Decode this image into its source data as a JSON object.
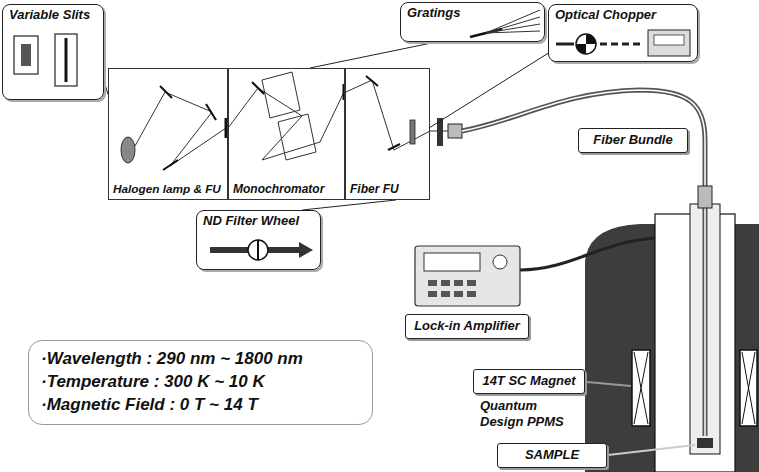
{
  "diagram": {
    "nodes": [
      {
        "text": [
          "Variable Slits"
        ]
      },
      {
        "text": [
          "Gratings"
        ]
      },
      {
        "text": [
          "Optical Chopper"
        ]
      },
      {
        "text": [
          "Halogen lamp & FU"
        ]
      },
      {
        "text": [
          "Monochromator"
        ]
      },
      {
        "text": [
          "Fiber FU"
        ]
      },
      {
        "text": [
          "ND Filter Wheel"
        ]
      },
      {
        "text": [
          "Fiber Bundle"
        ]
      },
      {
        "text": [
          "Lock-in Amplifier"
        ]
      },
      {
        "text": [
          "·Wavelength : 290 nm ~ 1800 nm",
          "·Temperature : 300 K ~ 10 K",
          "·Magnetic Field : 0 T ~ 14 T"
        ]
      },
      {
        "text": [
          "14T SC Magnet"
        ]
      },
      {
        "text": [
          "SAMPLE"
        ]
      }
    ],
    "edges": [
      {
        "from": 0,
        "to": 3,
        "arrow": "none"
      },
      {
        "from": 1,
        "to": 4,
        "arrow": "none"
      },
      {
        "from": 2,
        "to": 5,
        "arrow": "none"
      },
      {
        "from": 6,
        "to": 5,
        "arrow": "none"
      }
    ],
    "labels": [
      "Quantum Design PPMS"
    ]
  }
}
